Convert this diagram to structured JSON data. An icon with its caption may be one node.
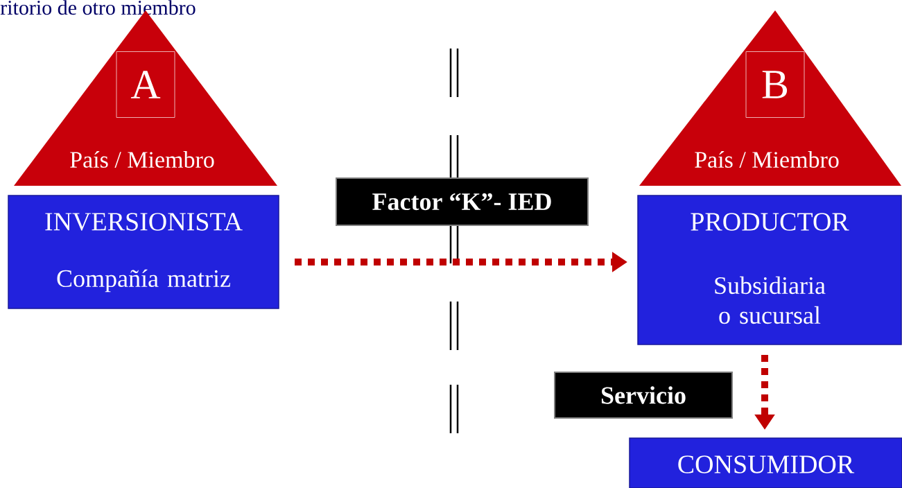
{
  "diagram": {
    "nodes": [
      {
        "text": [
          "A",
          "País / Miembro"
        ]
      },
      {
        "text": [
          "INVERSIONISTA",
          "Compañía matriz"
        ]
      },
      {
        "text": [
          "B",
          "País / Miembro"
        ]
      },
      {
        "text": [
          "PRODUCTOR",
          "Subsidiaria o sucursal"
        ]
      },
      {
        "text": [
          "CONSUMIDOR"
        ]
      }
    ],
    "edges": [
      {
        "from": 1,
        "to": 3,
        "arrow": "to",
        "label": "Factor “K”- IED",
        "style": "dashed"
      },
      {
        "from": 3,
        "to": 4,
        "arrow": "to",
        "label": "Servicio",
        "style": "dashed"
      }
    ],
    "labels": [
      "ritorio de otro miembro"
    ]
  }
}
